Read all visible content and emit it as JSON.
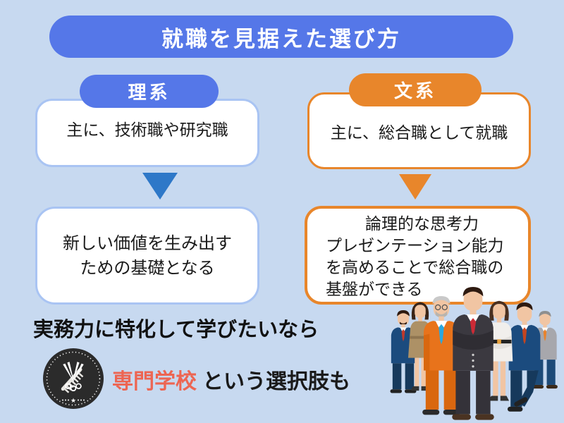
{
  "title": {
    "text": "就職を見据えた選び方"
  },
  "columns": {
    "left": {
      "label": "理系",
      "box1": "主に、技術職や研究職",
      "box2_lines": [
        "新しい価値を生み出す",
        "ための基礎となる"
      ]
    },
    "right": {
      "label": "文系",
      "box1": "主に、総合職として就職",
      "box2_lines": [
        "論理的な思考力",
        "プレゼンテーション能力",
        "を高めることで総合職の",
        "基盤ができる"
      ]
    }
  },
  "footer": {
    "line1": "実務力に特化して学びたいなら",
    "highlight": "専門学校",
    "rest": "という選択肢も"
  },
  "icons": {
    "badge": "scissors-comb-badge-icon",
    "left_arrow": "down-arrow-icon",
    "right_arrow": "down-arrow-icon",
    "illustration": "business-people-illustration"
  },
  "colors": {
    "background": "#C7D9F0",
    "brand_blue": "#5577E8",
    "light_blue_border": "#A9C4F3",
    "arrow_blue": "#2E78C8",
    "brand_orange": "#E8862B",
    "highlight_coral": "#ED6552",
    "badge_black": "#2B2B2B",
    "text_black": "#1A1A1A",
    "box_white": "#FFFFFF"
  }
}
